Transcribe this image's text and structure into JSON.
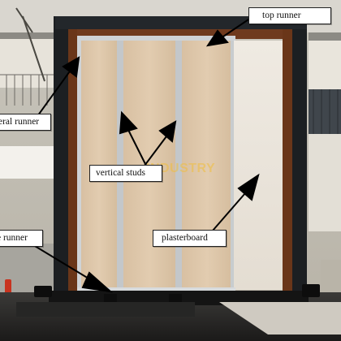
{
  "labels": {
    "top_runner": "top runner",
    "lateral_runner": "eral runner",
    "vertical_studs": "vertical studs",
    "plasterboard": "plasterboard",
    "base_runner": "e runner"
  },
  "watermark": "INDUSTRY",
  "colors": {
    "dark_frame": "#1c1f22",
    "wood_frame": "#6f3a1e",
    "plasterboard": "#dcc6a9",
    "white_board": "#ece7df",
    "metal_stud": "#cfd3d6",
    "floor_plate": "#1a1a1a"
  }
}
